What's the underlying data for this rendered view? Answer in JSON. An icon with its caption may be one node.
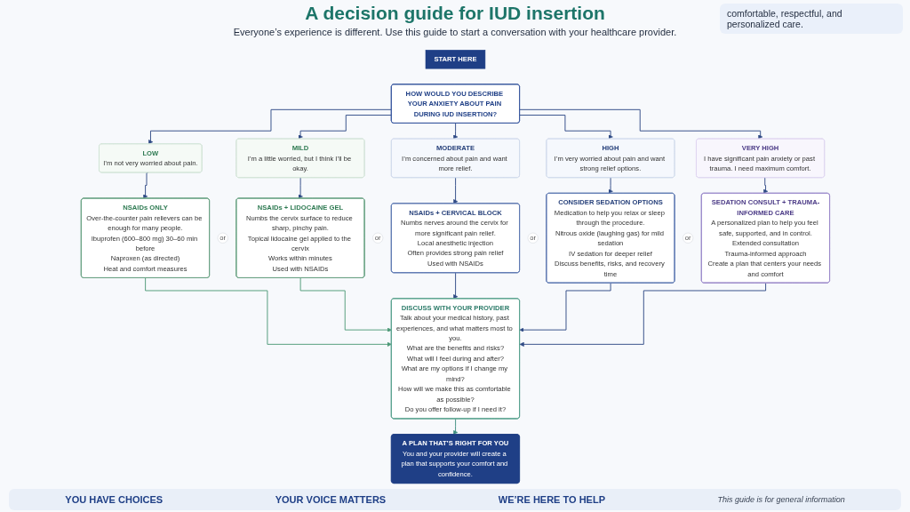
{
  "diagram": {
    "title": "A decision guide for IUD insertion",
    "nodes": [
      {
        "text": [
          "START HERE"
        ]
      },
      {
        "text": [
          "HOW WOULD YOU DESCRIBE YOUR ANXIETY ABOUT PAIN DURING IUD INSERTION?"
        ]
      },
      {
        "text": [
          "LOW",
          "I’m not very worried about pain."
        ]
      },
      {
        "text": [
          "MILD",
          "I’m a little worried, but I think I’ll be okay."
        ]
      },
      {
        "text": [
          "MODERATE",
          "I’m concerned about pain and want more relief."
        ]
      },
      {
        "text": [
          "HIGH",
          "I’m very worried about pain and want strong relief options."
        ]
      },
      {
        "text": [
          "VERY HIGH",
          "I have significant pain anxiety or past trauma. I need maximum comfort."
        ]
      },
      {
        "text": [
          "NSAIDs ONLY",
          "Over-the-counter pain relievers can be enough for many people.",
          "Ibuprofen (600–800 mg) 30–60 min before",
          "Naproxen (as directed)",
          "Heat and comfort measures"
        ]
      },
      {
        "text": [
          "or"
        ]
      },
      {
        "text": [
          "NSAIDs + LIDOCAINE GEL",
          "Numbs the cervix surface to reduce sharp, pinchy pain.",
          "Topical lidocaine gel applied to the cervix",
          "Works within minutes",
          "Used with NSAIDs"
        ]
      },
      {
        "text": [
          "or"
        ]
      },
      {
        "text": [
          "NSAIDs + CERVICAL BLOCK",
          "Numbs nerves around the cervix for more significant pain relief.",
          "Local anesthetic injection",
          "Often provides strong pain relief",
          "Used with NSAIDs"
        ]
      },
      {
        "text": [
          "or"
        ]
      },
      {
        "text": [
          "CONSIDER SEDATION OPTIONS",
          "Medication to help you relax or sleep through the procedure.",
          "Nitrous oxide (laughing gas) for mild sedation",
          "IV sedation for deeper relief",
          "Discuss benefits, risks, and recovery time"
        ]
      },
      {
        "text": [
          "or"
        ]
      },
      {
        "text": [
          "SEDATION CONSULT + TRAUMA-INFORMED CARE",
          "A personalized plan to help you feel safe, supported, and in control.",
          "Extended consultation",
          "Trauma-informed approach",
          "Create a plan that centers your needs and comfort"
        ]
      },
      {
        "text": [
          "DISCUSS WITH YOUR PROVIDER",
          "Talk about your medical history, past experiences, and what matters most to you.",
          "What are the benefits and risks?",
          "What will I feel during and after?",
          "What are my options if I change my mind?",
          "How will we make this as comfortable as possible?",
          "Do you offer follow-up if I need it?"
        ]
      },
      {
        "text": [
          "A PLAN THAT’S RIGHT FOR YOU",
          "You and your provider will create a plan that supports your comfort and confidence."
        ]
      }
    ],
    "edges": [
      {
        "from": 1,
        "to": 2,
        "arrow": "to"
      },
      {
        "from": 1,
        "to": 3,
        "arrow": "to"
      },
      {
        "from": 1,
        "to": 4,
        "arrow": "to"
      },
      {
        "from": 1,
        "to": 5,
        "arrow": "to"
      },
      {
        "from": 1,
        "to": 6,
        "arrow": "to"
      },
      {
        "from": 2,
        "to": 7,
        "arrow": "to"
      },
      {
        "from": 3,
        "to": 9,
        "arrow": "to"
      },
      {
        "from": 4,
        "to": 11,
        "arrow": "to"
      },
      {
        "from": 5,
        "to": 13,
        "arrow": "to"
      },
      {
        "from": 6,
        "to": 15,
        "arrow": "to"
      },
      {
        "from": 7,
        "to": 16,
        "arrow": "to",
        "color": "#4e9a78"
      },
      {
        "from": 9,
        "to": 16,
        "arrow": "to",
        "color": "#4e9a78"
      },
      {
        "from": 11,
        "to": 16,
        "arrow": "to"
      },
      {
        "from": 13,
        "to": 16,
        "arrow": "to"
      },
      {
        "from": 15,
        "to": 16,
        "arrow": "to"
      },
      {
        "from": 16,
        "to": 17,
        "arrow": "to",
        "color": "#3f8f80"
      }
    ],
    "labels": [
      "Everyone’s experience is different. Use this guide to start a conversation with your healthcare provider.",
      "comfortable, respectful, and personalized care.",
      "YOU HAVE CHOICES",
      "YOUR VOICE MATTERS",
      "WE’RE HERE TO HELP",
      "This guide is for general information"
    ]
  }
}
